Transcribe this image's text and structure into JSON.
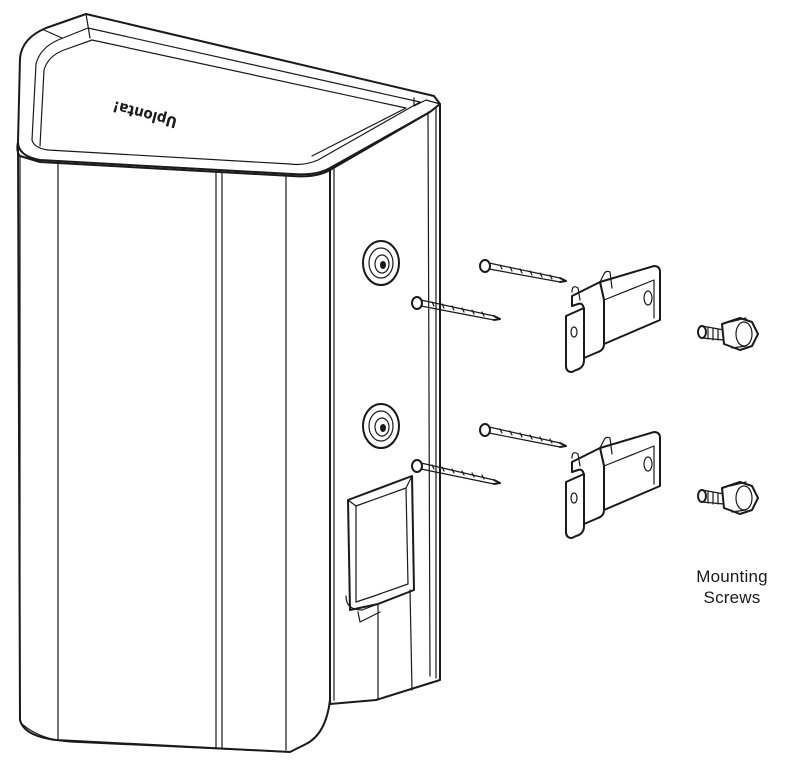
{
  "diagram": {
    "brand_mark": "Uplonta!",
    "callout": {
      "line1": "Mounting",
      "line2": "Screws"
    },
    "parts": [
      {
        "name": "speaker-cabinet"
      },
      {
        "name": "wood-screw",
        "count": 4
      },
      {
        "name": "wall-bracket",
        "count": 2
      },
      {
        "name": "mounting-screw",
        "count": 2
      }
    ]
  }
}
